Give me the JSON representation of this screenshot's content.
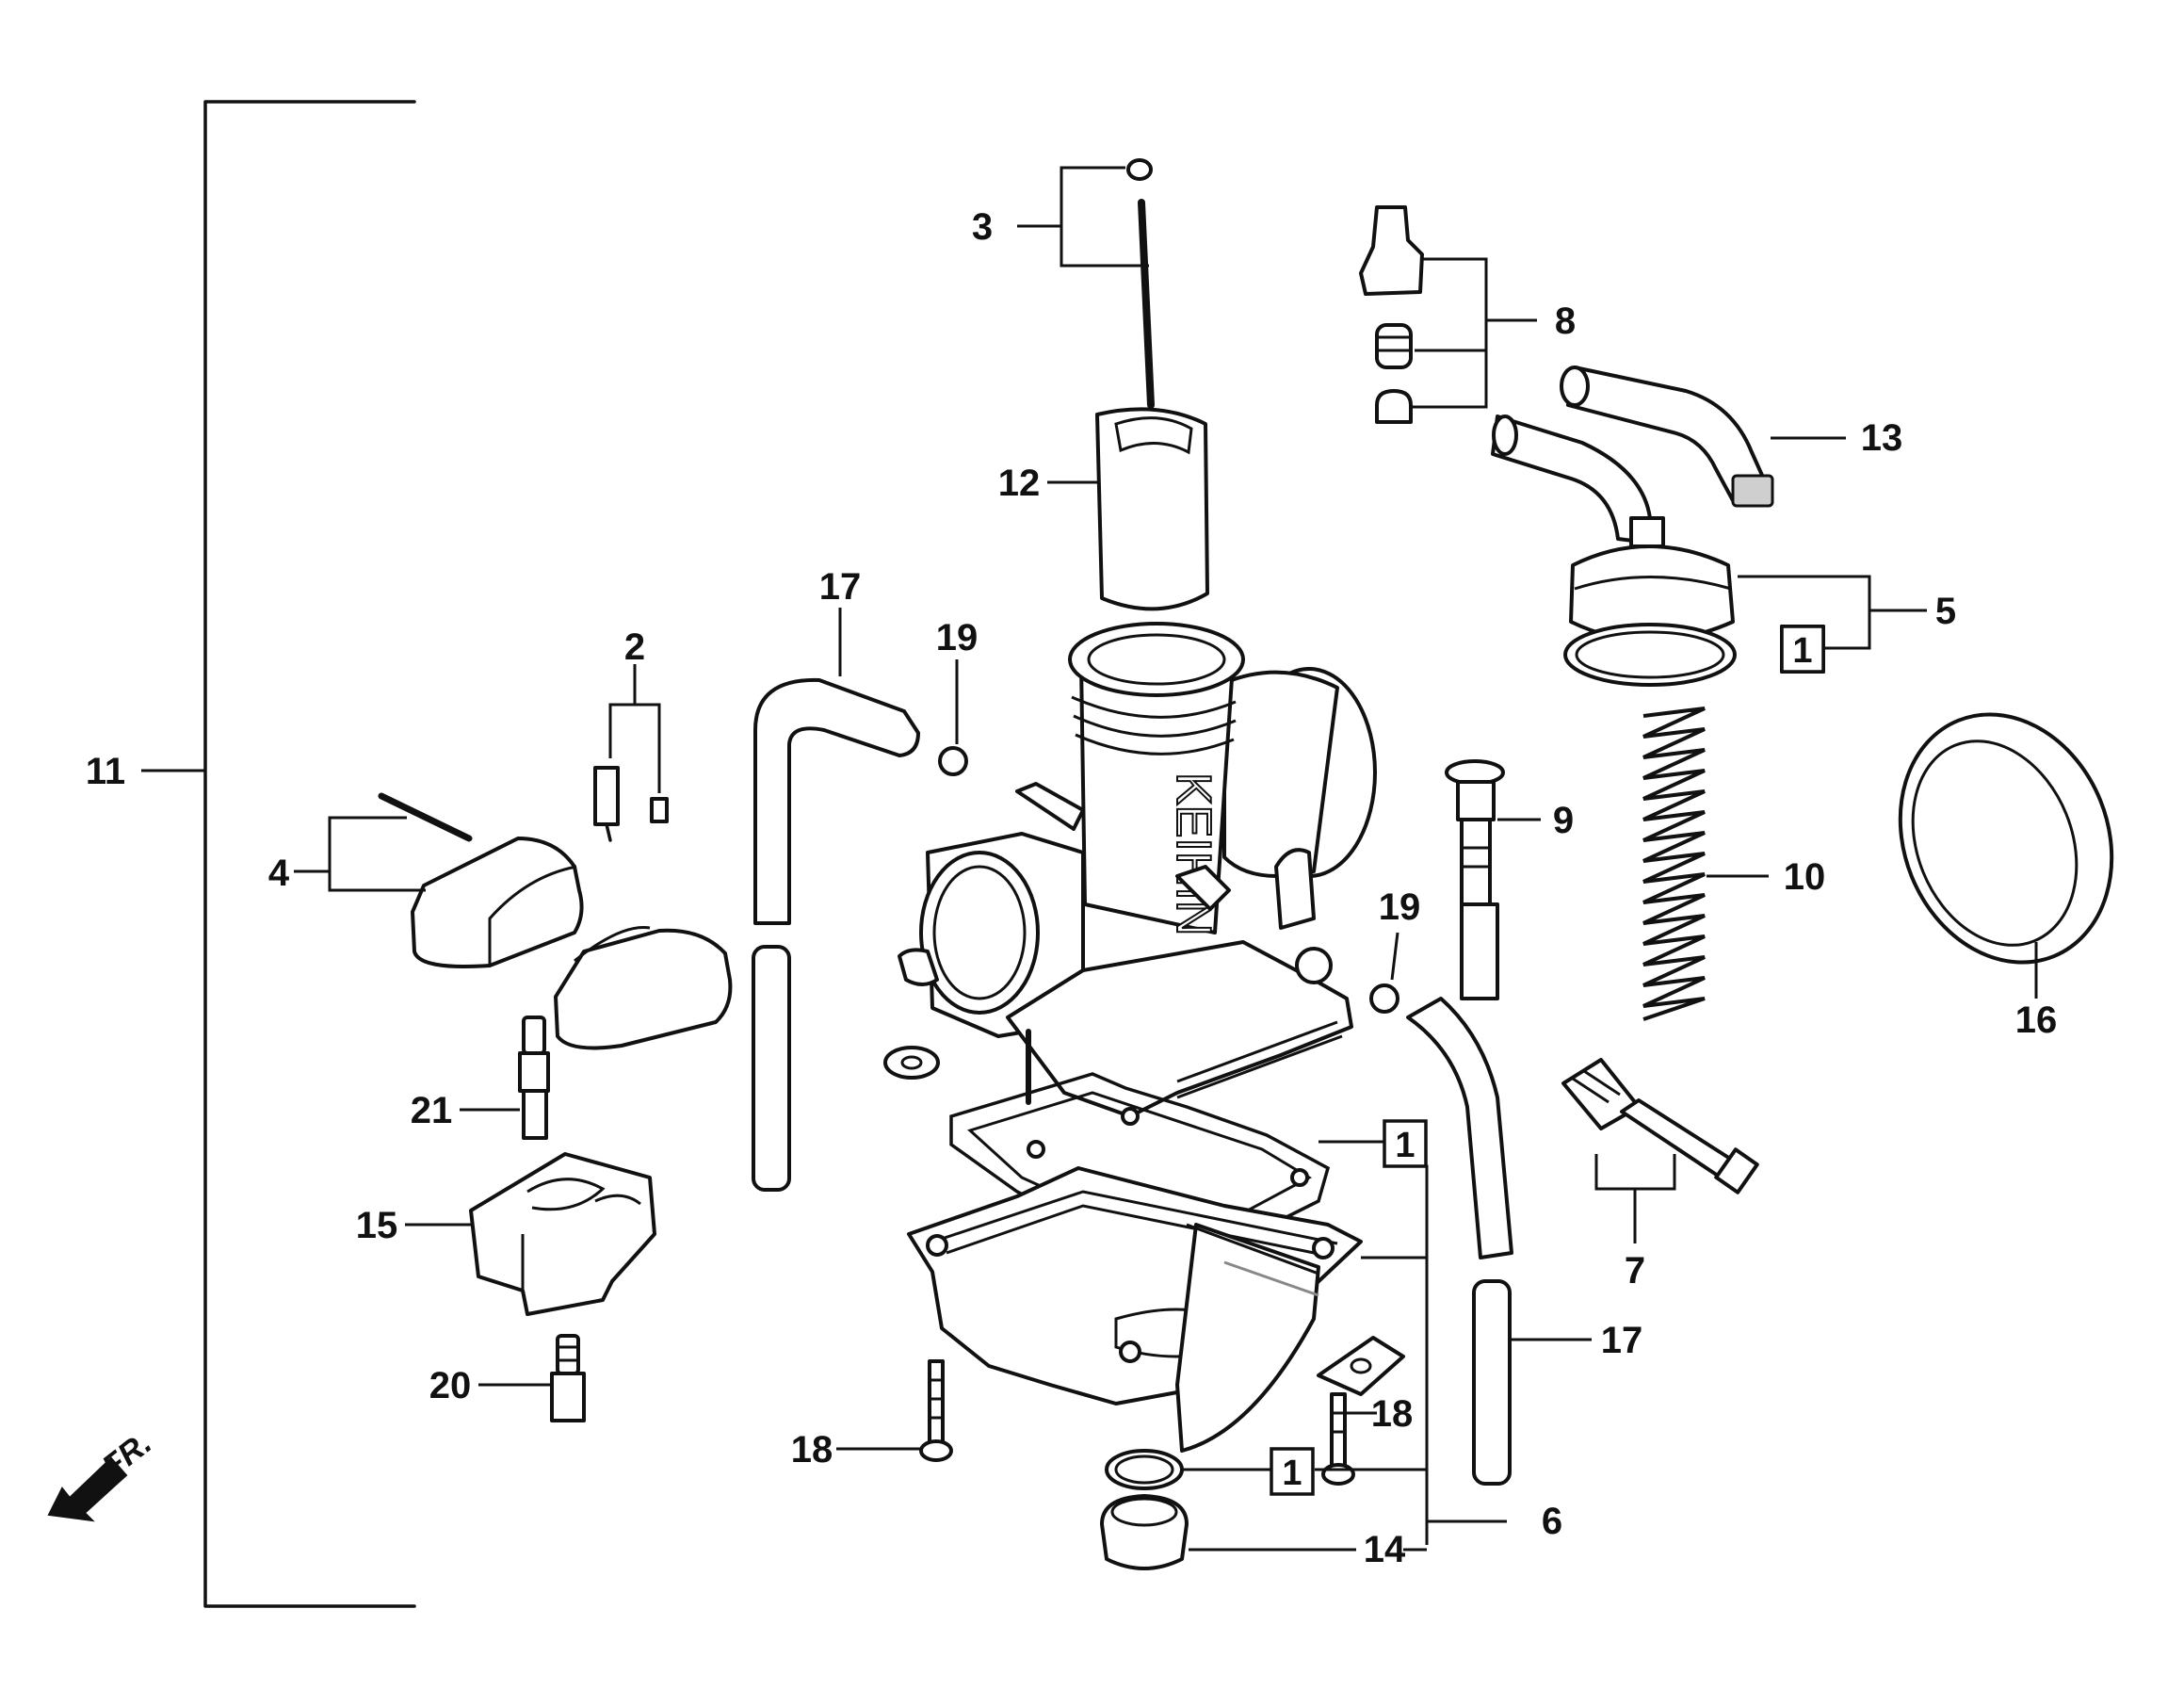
{
  "callouts": {
    "c2": "2",
    "c3": "3",
    "c4": "4",
    "c5": "5",
    "c6": "6",
    "c7": "7",
    "c8": "8",
    "c9": "9",
    "c10": "10",
    "c11": "11",
    "c12": "12",
    "c13": "13",
    "c14": "14",
    "c15": "15",
    "c16": "16",
    "c17a": "17",
    "c17b": "17",
    "c18a": "18",
    "c18b": "18",
    "c19a": "19",
    "c19b": "19",
    "c20": "20",
    "c21": "21"
  },
  "boxed": {
    "b5": "1",
    "b6a": "1",
    "b6b": "1"
  },
  "front_marker": "FR.",
  "carb_brand": "KEIHIN"
}
